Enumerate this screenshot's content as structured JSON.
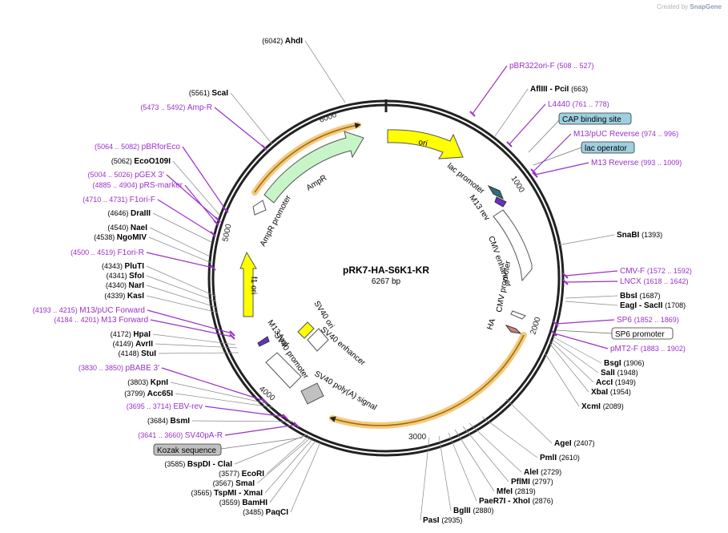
{
  "watermark": {
    "prefix": "Created by",
    "brand": "SnapGene"
  },
  "plasmid": {
    "name": "pRK7-HA-S6K1-KR",
    "length": "6267 bp"
  },
  "scale_ticks": [
    "1000",
    "2000",
    "3000",
    "4000",
    "5000",
    "6000"
  ],
  "colors": {
    "enzyme": "#000000",
    "primer": "#9b30c8",
    "feature_ori": "#ffff00",
    "feature_amp": "#c8f5c8",
    "site_box": "#9fcfe0",
    "kozak_box": "#c0c0c0",
    "orf": "#f5c97a",
    "misc_feature": "#ffffff"
  },
  "features": [
    {
      "label": "ori",
      "color": "#ffff00"
    },
    {
      "label": "AmpR",
      "color": "#c8f5c8"
    },
    {
      "label": "AmpR promoter",
      "color": "#ffffff"
    },
    {
      "label": "f1 ori",
      "color": "#ffff00"
    },
    {
      "label": "lac promoter",
      "color": "#ffffff"
    },
    {
      "label": "M13 rev",
      "color": "#ffffff"
    },
    {
      "label": "CMV enhancer",
      "color": "#ffffff"
    },
    {
      "label": "CMV promoter",
      "color": "#ffffff"
    },
    {
      "label": "HA",
      "color": "#ffffff"
    },
    {
      "label": "SV40 ori",
      "color": "#ffff00"
    },
    {
      "label": "SV40 enhancer",
      "color": "#ffffff"
    },
    {
      "label": "SV40 promoter",
      "color": "#ffffff"
    },
    {
      "label": "M13 fwd",
      "color": "#ffffff"
    },
    {
      "label": "SV40 poly(A) signal",
      "color": "#c0c0c0"
    }
  ],
  "boxed_labels": [
    {
      "label": "CAP binding site",
      "style": "blue"
    },
    {
      "label": "lac operator",
      "style": "blue"
    },
    {
      "label": "SP6 promoter",
      "style": "white"
    },
    {
      "label": "Kozak sequence",
      "style": "gray"
    }
  ],
  "sites": [
    {
      "name": "AhdI",
      "pos": "(6042)",
      "type": "enzyme"
    },
    {
      "name": "pBR322ori-F",
      "range": "(508 .. 527)",
      "type": "primer"
    },
    {
      "name": "AflIII",
      "name2": "PciI",
      "pos": "(663)",
      "type": "enzyme"
    },
    {
      "name": "L4440",
      "range": "(761 .. 778)",
      "type": "primer"
    },
    {
      "name": "M13/pUC Reverse",
      "range": "(974 .. 996)",
      "type": "primer"
    },
    {
      "name": "M13 Reverse",
      "range": "(993 .. 1009)",
      "type": "primer"
    },
    {
      "name": "SnaBI",
      "pos": "(1393)",
      "type": "enzyme"
    },
    {
      "name": "CMV-F",
      "range": "(1572 .. 1592)",
      "type": "primer"
    },
    {
      "name": "LNCX",
      "range": "(1618 .. 1642)",
      "type": "primer"
    },
    {
      "name": "BbsI",
      "pos": "(1687)",
      "type": "enzyme"
    },
    {
      "name": "EagI",
      "name2": "SacII",
      "pos": "(1708)",
      "type": "enzyme"
    },
    {
      "name": "SP6",
      "range": "(1852 .. 1869)",
      "type": "primer"
    },
    {
      "name": "pMT2-F",
      "range": "(1883 .. 1902)",
      "type": "primer"
    },
    {
      "name": "BsgI",
      "pos": "(1906)",
      "type": "enzyme"
    },
    {
      "name": "SalI",
      "pos": "(1948)",
      "type": "enzyme"
    },
    {
      "name": "AccI",
      "pos": "(1949)",
      "type": "enzyme"
    },
    {
      "name": "XbaI",
      "pos": "(1954)",
      "type": "enzyme"
    },
    {
      "name": "XcmI",
      "pos": "(2089)",
      "type": "enzyme"
    },
    {
      "name": "AgeI",
      "pos": "(2407)",
      "type": "enzyme"
    },
    {
      "name": "PmlI",
      "pos": "(2610)",
      "type": "enzyme"
    },
    {
      "name": "AleI",
      "pos": "(2729)",
      "type": "enzyme"
    },
    {
      "name": "PflMI",
      "pos": "(2797)",
      "type": "enzyme"
    },
    {
      "name": "MfeI",
      "pos": "(2819)",
      "type": "enzyme"
    },
    {
      "name": "PaeR7I",
      "name2": "XhoI",
      "pos": "(2876)",
      "type": "enzyme"
    },
    {
      "name": "BglII",
      "pos": "(2880)",
      "type": "enzyme"
    },
    {
      "name": "PasI",
      "pos": "(2935)",
      "type": "enzyme"
    },
    {
      "name": "PaqCI",
      "pos": "(3485)",
      "type": "enzyme"
    },
    {
      "name": "BamHI",
      "pos": "(3559)",
      "type": "enzyme"
    },
    {
      "name": "TspMI",
      "name2": "XmaI",
      "pos": "(3565)",
      "type": "enzyme"
    },
    {
      "name": "SmaI",
      "pos": "(3567)",
      "type": "enzyme"
    },
    {
      "name": "EcoRI",
      "pos": "(3577)",
      "type": "enzyme"
    },
    {
      "name": "BspDI",
      "name2": "ClaI",
      "pos": "(3585)",
      "type": "enzyme"
    },
    {
      "name": "SV40pA-R",
      "range": "(3641 .. 3660)",
      "type": "primer"
    },
    {
      "name": "BsmI",
      "pos": "(3684)",
      "type": "enzyme"
    },
    {
      "name": "EBV-rev",
      "range": "(3695 .. 3714)",
      "type": "primer"
    },
    {
      "name": "Acc65I",
      "pos": "(3799)",
      "type": "enzyme"
    },
    {
      "name": "KpnI",
      "pos": "(3803)",
      "type": "enzyme"
    },
    {
      "name": "pBABE 3'",
      "range": "(3830 .. 3850)",
      "type": "primer"
    },
    {
      "name": "StuI",
      "pos": "(4148)",
      "type": "enzyme"
    },
    {
      "name": "AvrII",
      "pos": "(4149)",
      "type": "enzyme"
    },
    {
      "name": "HpaI",
      "pos": "(4172)",
      "type": "enzyme"
    },
    {
      "name": "M13 Forward",
      "range": "(4184 .. 4201)",
      "type": "primer"
    },
    {
      "name": "M13/pUC Forward",
      "range": "(4193 .. 4215)",
      "type": "primer"
    },
    {
      "name": "KasI",
      "pos": "(4339)",
      "type": "enzyme"
    },
    {
      "name": "NarI",
      "pos": "(4340)",
      "type": "enzyme"
    },
    {
      "name": "SfoI",
      "pos": "(4341)",
      "type": "enzyme"
    },
    {
      "name": "PluTI",
      "pos": "(4343)",
      "type": "enzyme"
    },
    {
      "name": "F1ori-R",
      "range": "(4500 .. 4519)",
      "type": "primer"
    },
    {
      "name": "NgoMIV",
      "pos": "(4538)",
      "type": "enzyme"
    },
    {
      "name": "NaeI",
      "pos": "(4540)",
      "type": "enzyme"
    },
    {
      "name": "DraIII",
      "pos": "(4646)",
      "type": "enzyme"
    },
    {
      "name": "F1ori-F",
      "range": "(4710 .. 4731)",
      "type": "primer"
    },
    {
      "name": "pRS-marker",
      "range": "(4885 .. 4904)",
      "type": "primer"
    },
    {
      "name": "pGEX 3'",
      "range": "(5004 .. 5026)",
      "type": "primer"
    },
    {
      "name": "EcoO109I",
      "pos": "(5062)",
      "type": "enzyme"
    },
    {
      "name": "pBRforEco",
      "range": "(5064 .. 5082)",
      "type": "primer"
    },
    {
      "name": "Amp-R",
      "range": "(5473 .. 5492)",
      "type": "primer"
    },
    {
      "name": "ScaI",
      "pos": "(5561)",
      "type": "enzyme"
    }
  ]
}
